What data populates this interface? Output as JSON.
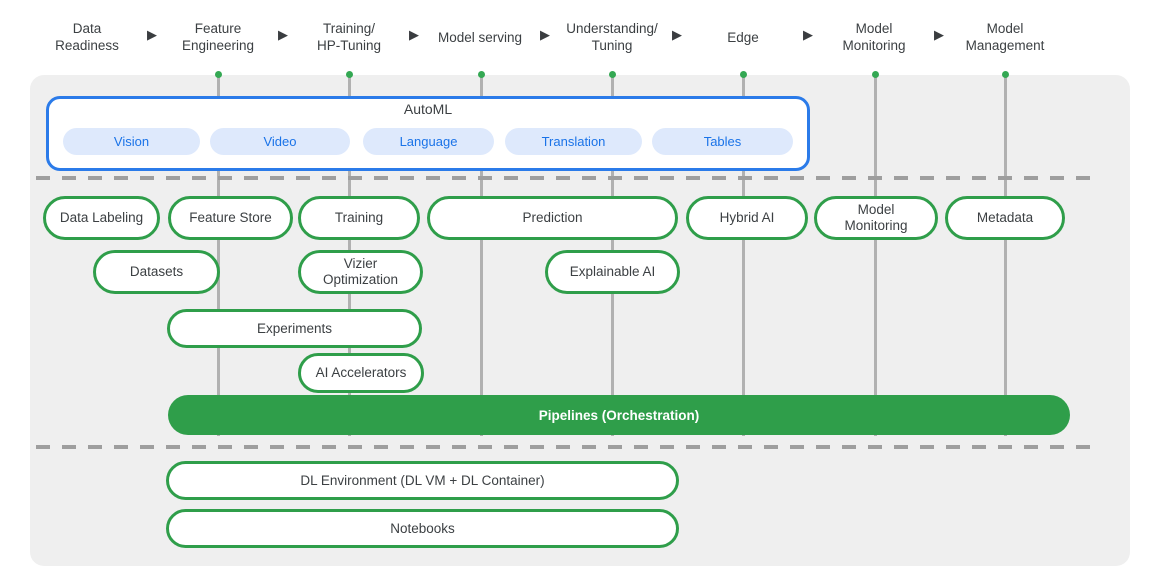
{
  "workflow": {
    "stages": [
      {
        "label": "Data\nReadiness"
      },
      {
        "label": "Feature\nEngineering"
      },
      {
        "label": "Training/\nHP-Tuning"
      },
      {
        "label": "Model serving"
      },
      {
        "label": "Understanding/\nTuning"
      },
      {
        "label": "Edge"
      },
      {
        "label": "Model\nMonitoring"
      },
      {
        "label": "Model\nManagement"
      }
    ]
  },
  "icons": {
    "stage_arrow": "▶"
  },
  "automl": {
    "title": "AutoML",
    "products": [
      {
        "label": "Vision"
      },
      {
        "label": "Video"
      },
      {
        "label": "Language"
      },
      {
        "label": "Translation"
      },
      {
        "label": "Tables"
      }
    ]
  },
  "services": {
    "row1": [
      {
        "label": "Data Labeling"
      },
      {
        "label": "Feature Store"
      },
      {
        "label": "Training"
      },
      {
        "label": "Prediction"
      },
      {
        "label": "Hybrid AI"
      },
      {
        "label": "Model\nMonitoring"
      },
      {
        "label": "Metadata"
      }
    ],
    "row2": [
      {
        "label": "Datasets"
      },
      {
        "label": "Vizier\nOptimization"
      },
      {
        "label": "Explainable AI"
      }
    ],
    "experiments": {
      "label": "Experiments"
    },
    "ai_accelerators": {
      "label": "AI Accelerators"
    },
    "pipelines": {
      "label": "Pipelines (Orchestration)"
    }
  },
  "foundation": {
    "dl_environment": {
      "label": "DL Environment (DL VM + DL Container)"
    },
    "notebooks": {
      "label": "Notebooks"
    }
  },
  "colors": {
    "green": "#2F9E4A",
    "green_dot": "#34A853",
    "blue_border": "#2B7BE9",
    "blue_fill": "#DEE9FC",
    "blue_text": "#1A73E8",
    "panel_bg": "#EFEFEF",
    "line_gray": "#B1B1B1",
    "dash_gray": "#9E9E9E",
    "text_dark": "#3C4043"
  }
}
